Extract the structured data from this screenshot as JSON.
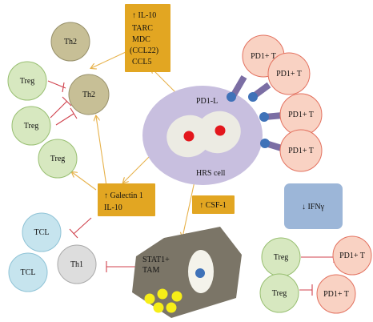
{
  "colors": {
    "orange_box": "#e2a622",
    "orange_arrow": "#e7b24b",
    "red_inhibit": "#d0424d",
    "hrs_cell": "#c8bfdf",
    "nucleus": "#ecebe3",
    "red_dot": "#e3171d",
    "blue_dot": "#3f72b8",
    "pd1_fill": "#f9d2c3",
    "pd1_stroke": "#e3715f",
    "treg_fill": "#d7e8c0",
    "treg_stroke": "#98bf71",
    "th2_fill": "#c7bf96",
    "th2_stroke": "#97906a",
    "tcl_fill": "#c6e4ee",
    "th1_fill": "#dddddd",
    "tam_fill": "#7b7567",
    "tam_light": "#f4f3eb",
    "yellow": "#f6ee18",
    "ifn_box": "#9cb6d8",
    "connector": "#7b6ea4"
  },
  "boxes": {
    "il10_box": [
      "↑ IL-10",
      "TARC",
      "MDC",
      "(CCL22)",
      "CCL5"
    ],
    "galectin_box": [
      "↑ Galectin 1",
      "IL-10"
    ],
    "csf_box": "↑ CSF-1",
    "ifn_box": "↓ IFNγ"
  },
  "hrs": {
    "pdl_label": "PD1-L",
    "cell_label": "HRS cell"
  },
  "cells": {
    "th2_top": "Th2",
    "th2_mid": "Th2",
    "treg_1": "Treg",
    "treg_2": "Treg",
    "treg_3": "Treg",
    "pd1_1": "PD1+ T",
    "pd1_2": "PD1+ T",
    "pd1_3": "PD1+ T",
    "pd1_4": "PD1+ T",
    "tcl_1": "TCL",
    "tcl_2": "TCL",
    "th1": "Th1",
    "tam_line1": "STAT1+",
    "tam_line2": "TAM",
    "treg_br1": "Treg",
    "treg_br2": "Treg",
    "pd1_br1": "PD1+ T",
    "pd1_br2": "PD1+ T"
  }
}
